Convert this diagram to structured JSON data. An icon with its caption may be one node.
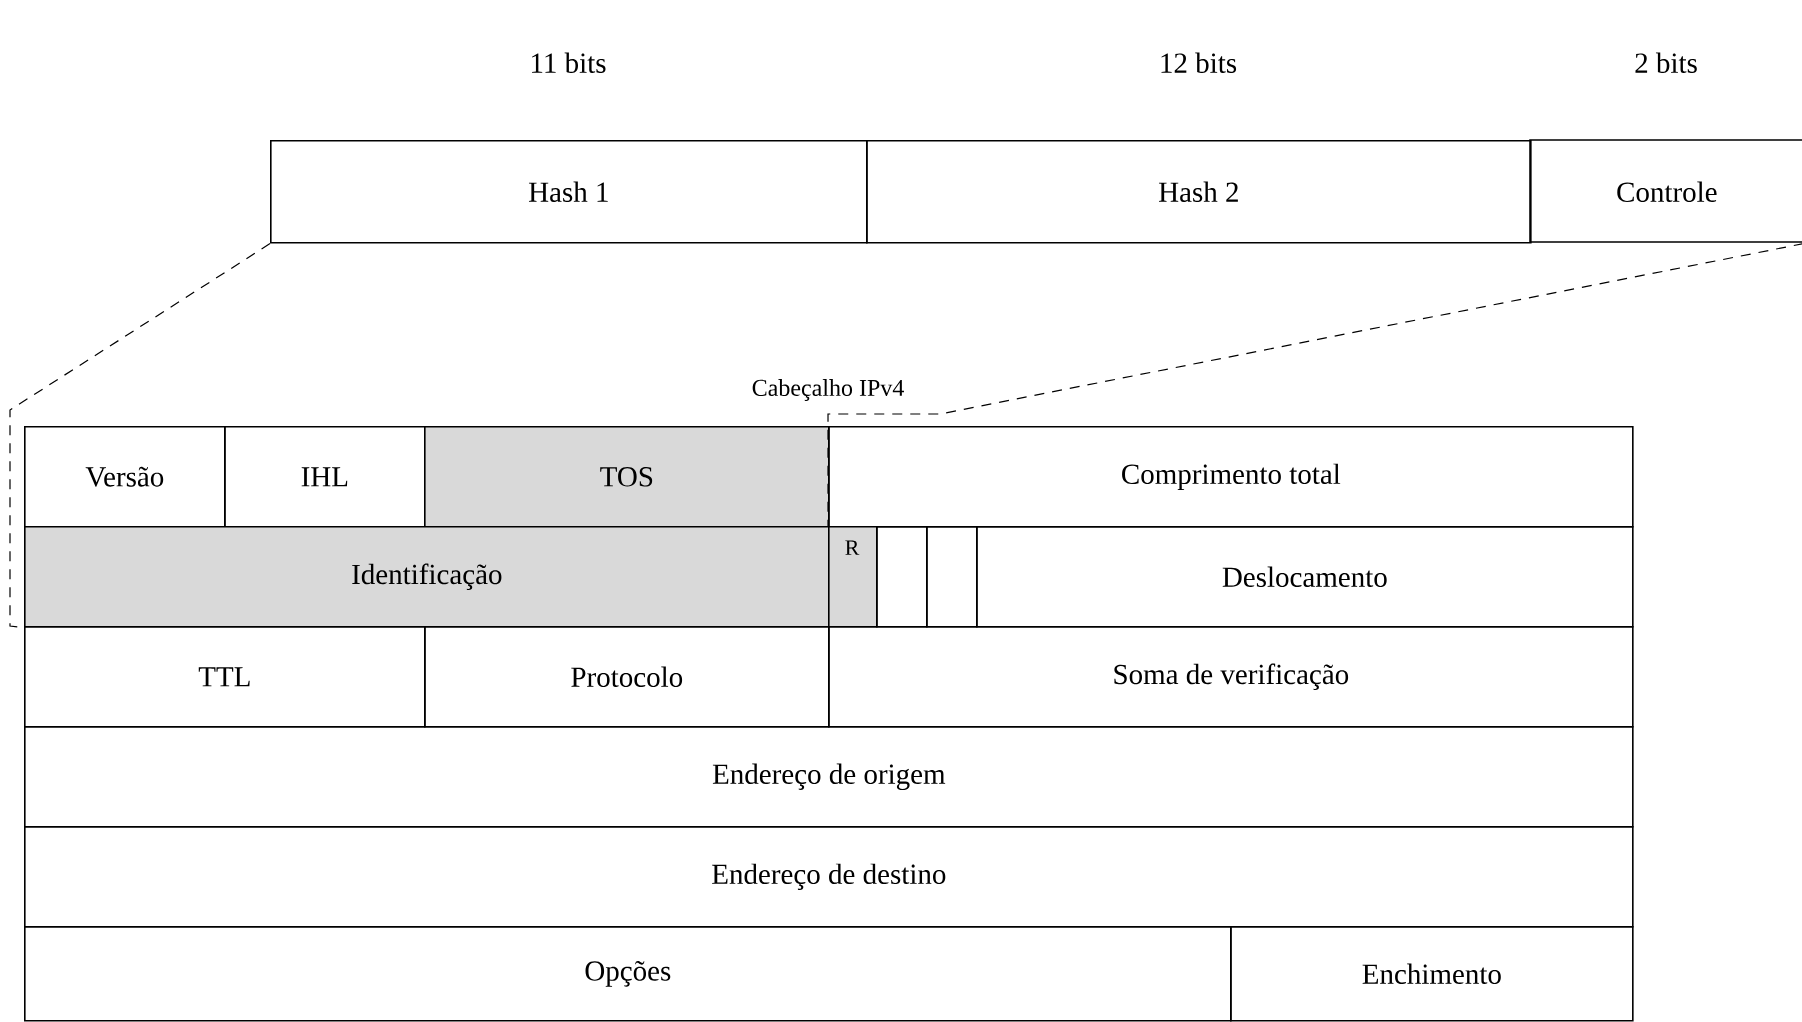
{
  "diagram": {
    "nodes": [
      {
        "text": [
          "Hash 1"
        ],
        "beside": [
          "11 bits"
        ]
      },
      {
        "text": [
          "Hash 2"
        ],
        "beside": [
          "12 bits"
        ]
      },
      {
        "text": [
          "Controle"
        ],
        "beside": [
          "2 bits"
        ]
      },
      {
        "text": [
          "Versão"
        ]
      },
      {
        "text": [
          "IHL"
        ]
      },
      {
        "text": [
          "TOS"
        ]
      },
      {
        "text": [
          "Comprimento total"
        ]
      },
      {
        "text": [
          "Identificação"
        ]
      },
      {
        "text": [
          "R"
        ]
      },
      {
        "text": [],
        "shape": "box"
      },
      {
        "text": [],
        "shape": "box"
      },
      {
        "text": [
          "Deslocamento"
        ]
      },
      {
        "text": [
          "TTL"
        ]
      },
      {
        "text": [
          "Protocolo"
        ]
      },
      {
        "text": [
          "Soma de verificação"
        ]
      },
      {
        "text": [
          "Endereço de origem"
        ]
      },
      {
        "text": [
          "Endereço de destino"
        ]
      },
      {
        "text": [
          "Opções"
        ]
      },
      {
        "text": [
          "Enchimento"
        ]
      }
    ],
    "edges": [
      {
        "from": 0,
        "to": 7,
        "arrow": "none",
        "style": "dashed"
      },
      {
        "from": 2,
        "to": 8,
        "arrow": "none",
        "style": "dashed"
      }
    ],
    "labels": [
      "Cabeçalho IPv4"
    ]
  }
}
